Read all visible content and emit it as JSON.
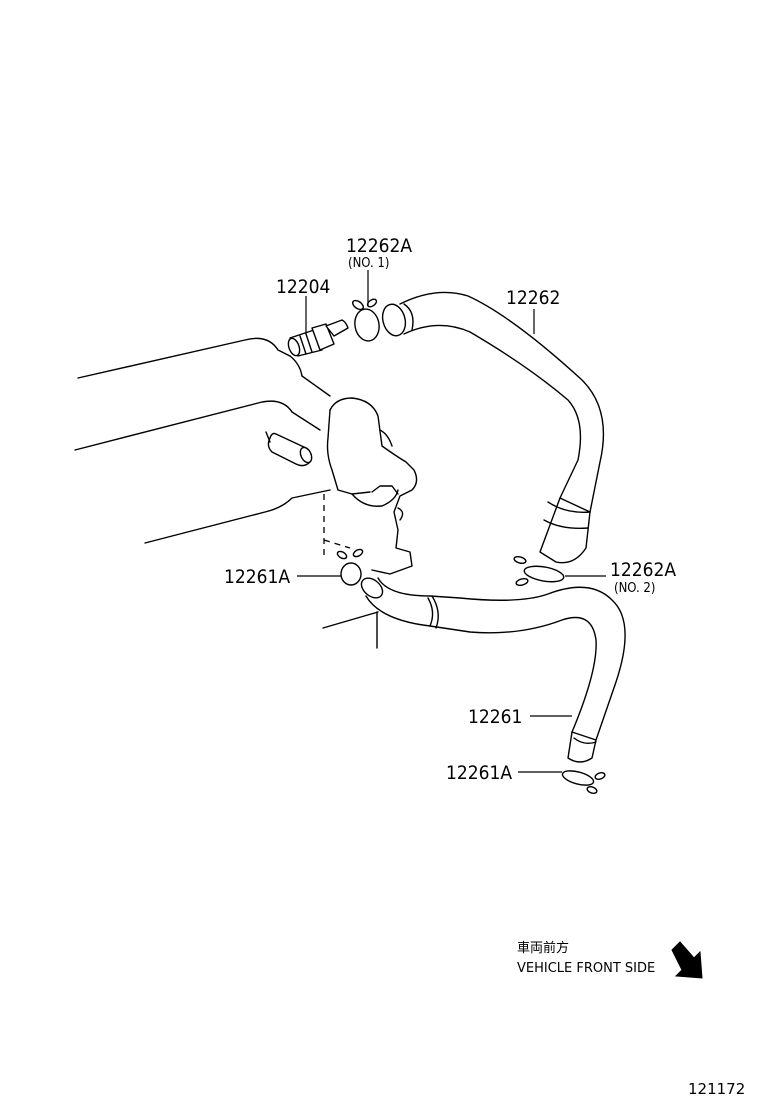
{
  "parts": {
    "p12262A_no1": {
      "number": "12262A",
      "sub": "(NO. 1)"
    },
    "p12204": {
      "number": "12204"
    },
    "p12262": {
      "number": "12262"
    },
    "p12261A_left": {
      "number": "12261A"
    },
    "p12262A_no2": {
      "number": "12262A",
      "sub": "(NO. 2)"
    },
    "p12261": {
      "number": "12261"
    },
    "p12261A_bottom": {
      "number": "12261A"
    }
  },
  "orientation": {
    "jp_label": "車両前方",
    "en_label": "VEHICLE FRONT SIDE",
    "arrow_icon": "arrow-down-right-icon"
  },
  "diagram_code": "121172"
}
